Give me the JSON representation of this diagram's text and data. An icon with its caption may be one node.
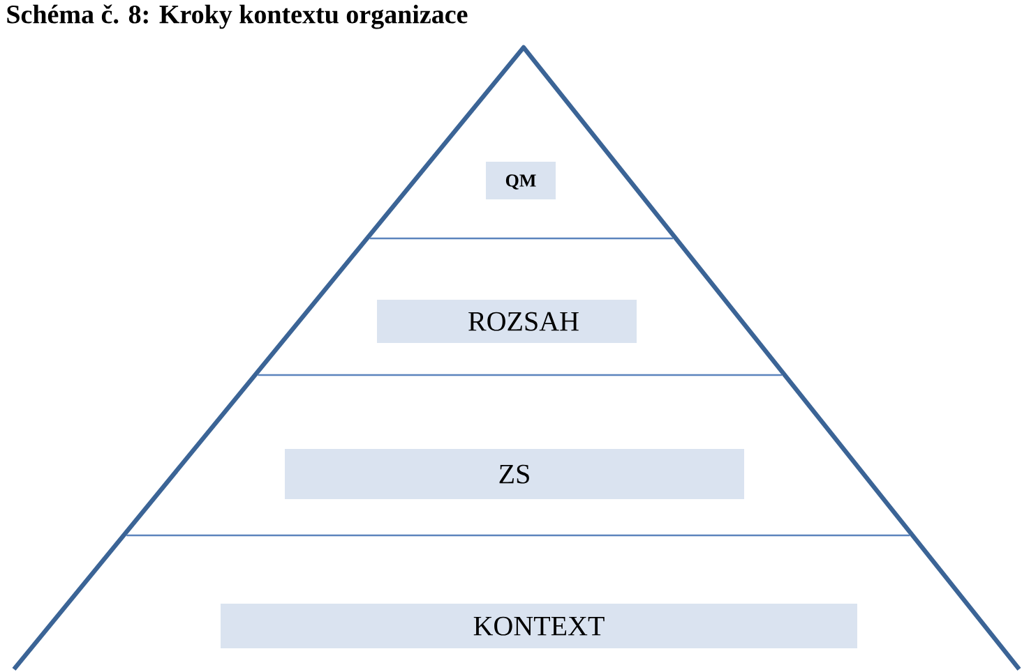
{
  "diagram": {
    "title": "Schéma č. 8: Kroky kontextu organizace",
    "nodes": [
      {
        "text": [
          "QM"
        ]
      },
      {
        "text": [
          "ROZSAH"
        ]
      },
      {
        "text": [
          "ZS"
        ]
      },
      {
        "text": [
          "KONTEXT"
        ]
      }
    ]
  }
}
